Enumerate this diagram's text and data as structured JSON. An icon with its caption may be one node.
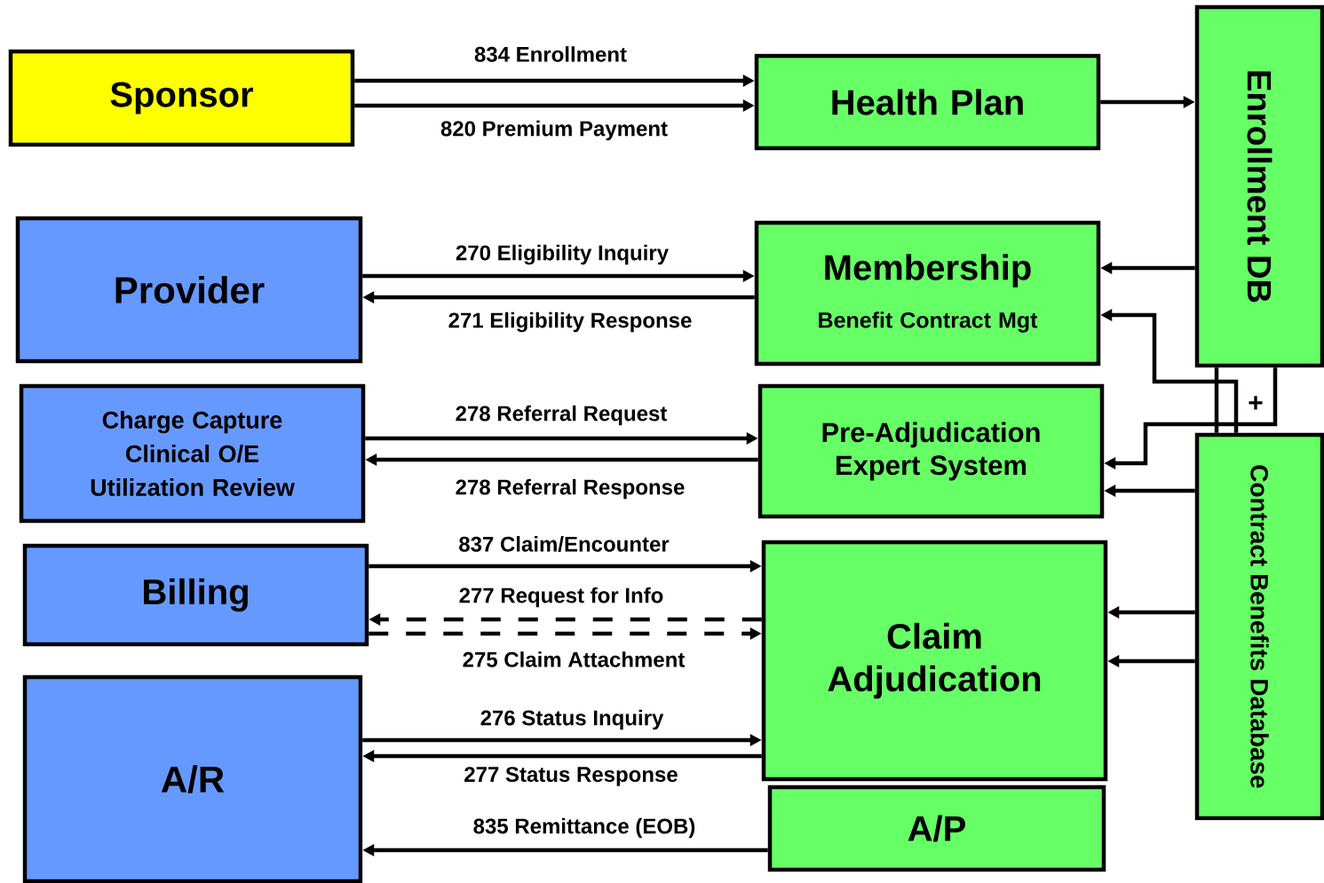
{
  "diagram": {
    "nodes": [
      {
        "text": [
          "Sponsor"
        ]
      },
      {
        "text": [
          "Health Plan"
        ]
      },
      {
        "text": [
          "Enrollment DB"
        ]
      },
      {
        "text": [
          "Provider"
        ]
      },
      {
        "text": [
          "Membership",
          "Benefit Contract Mgt"
        ]
      },
      {
        "text": [
          "Charge Capture",
          "Clinical O/E",
          "Utilization Review"
        ]
      },
      {
        "text": [
          "Pre-Adjudication Expert System"
        ]
      },
      {
        "text": [
          "Contract Benefits Database"
        ]
      },
      {
        "text": [
          "Billing"
        ]
      },
      {
        "text": [
          "Claim Adjudication"
        ]
      },
      {
        "text": [
          "A/R"
        ]
      },
      {
        "text": [
          "A/P"
        ]
      }
    ],
    "edges": [
      {
        "from": 0,
        "to": 1,
        "arrow": "to",
        "label": "834  Enrollment"
      },
      {
        "from": 0,
        "to": 1,
        "arrow": "to",
        "label": "820  Premium Payment"
      },
      {
        "from": 1,
        "to": 2,
        "arrow": "to"
      },
      {
        "from": 2,
        "to": 4,
        "arrow": "to"
      },
      {
        "from": 7,
        "to": 4,
        "arrow": "to"
      },
      {
        "from": 2,
        "to": 6,
        "arrow": "to"
      },
      {
        "from": 7,
        "to": 6,
        "arrow": "to"
      },
      {
        "from": 7,
        "to": 9,
        "arrow": "to"
      },
      {
        "from": 7,
        "to": 9,
        "arrow": "to"
      },
      {
        "from": 2,
        "to": 7,
        "arrow": "none"
      },
      {
        "from": 3,
        "to": 4,
        "arrow": "to",
        "label": "270  Eligibility Inquiry"
      },
      {
        "from": 4,
        "to": 3,
        "arrow": "to",
        "label": "271  Eligibility Response"
      },
      {
        "from": 5,
        "to": 6,
        "arrow": "to",
        "label": "278  Referral Request"
      },
      {
        "from": 6,
        "to": 5,
        "arrow": "to",
        "label": "278  Referral Response"
      },
      {
        "from": 8,
        "to": 9,
        "arrow": "to",
        "label": "837  Claim/Encounter"
      },
      {
        "from": 9,
        "to": 8,
        "arrow": "to",
        "label": "277 Request for Info",
        "style": "dashed"
      },
      {
        "from": 8,
        "to": 9,
        "arrow": "to",
        "label": "275 Claim Attachment",
        "style": "dashed"
      },
      {
        "from": 10,
        "to": 9,
        "arrow": "to",
        "label": "276  Status Inquiry"
      },
      {
        "from": 9,
        "to": 10,
        "arrow": "to",
        "label": "277  Status Response"
      },
      {
        "from": 11,
        "to": 10,
        "arrow": "to",
        "label": "835 Remittance (EOB)"
      }
    ],
    "labels": [
      "+"
    ]
  }
}
